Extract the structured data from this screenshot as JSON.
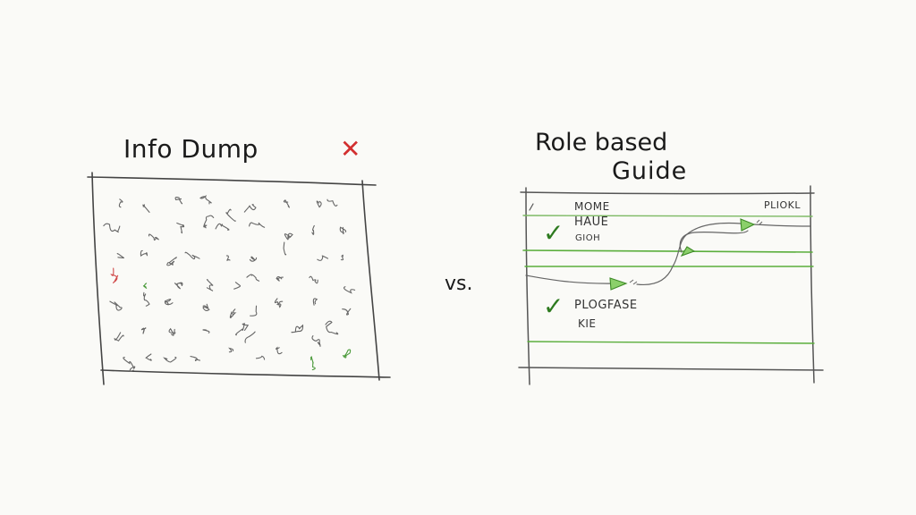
{
  "left_panel": {
    "title": "Info Dump",
    "status_mark": "✕",
    "mark_color": "#d22f2f"
  },
  "separator": "vs.",
  "right_panel": {
    "title_line1": "Role based",
    "title_line2": "Guide",
    "corner_label": "PLIOKL",
    "items": [
      "MOME",
      "HAUE",
      "GIOH",
      "PLOGFASE",
      "KIE"
    ],
    "check_mark": "✓",
    "accent_color": "#6dbf4b"
  }
}
